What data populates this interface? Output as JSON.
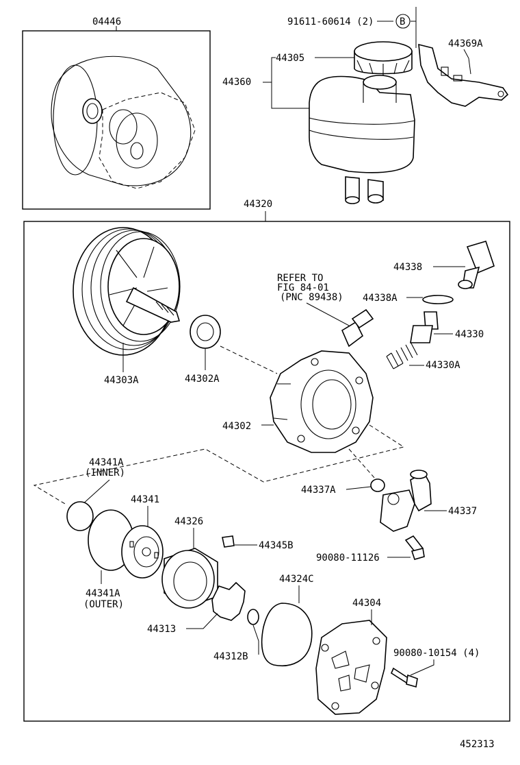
{
  "diagram": {
    "footer_code": "452313",
    "assembly_label": "44320",
    "inset_label": "04446",
    "circle_marker": "B",
    "labels": {
      "p91611": "91611-60614 (2)",
      "p44305": "44305",
      "p44369a": "44369A",
      "p44360": "44360",
      "p44338": "44338",
      "refer_1": "REFER TO",
      "refer_2": "FIG 84-01",
      "refer_3": "(PNC 89438)",
      "p44338a": "44338A",
      "p44330": "44330",
      "p44330a": "44330A",
      "p44303a": "44303A",
      "p44302a": "44302A",
      "p44302": "44302",
      "p44341a_inner_1": "44341A",
      "p44341a_inner_2": "(INNER)",
      "p44341": "44341",
      "p44326": "44326",
      "p44345b": "44345B",
      "p44337a": "44337A",
      "p44337": "44337",
      "p90080_11126": "90080-11126",
      "p44341a_outer_1": "44341A",
      "p44341a_outer_2": "(OUTER)",
      "p44324c": "44324C",
      "p44304": "44304",
      "p44313": "44313",
      "p44312b": "44312B",
      "p90080_10154": "90080-10154 (4)"
    }
  }
}
